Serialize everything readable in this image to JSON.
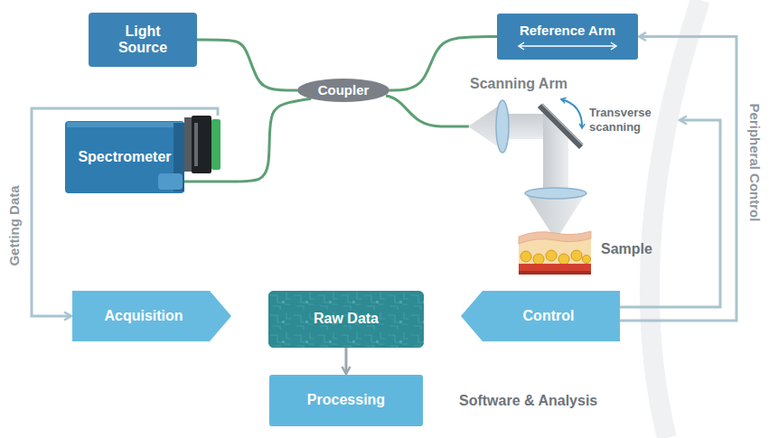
{
  "diagram": {
    "nodes": [
      {
        "text": [
          "Light Source"
        ]
      },
      {
        "text": [
          "Reference Arm"
        ]
      },
      {
        "text": [
          "Coupler"
        ]
      },
      {
        "text": [
          "Spectrometer"
        ]
      },
      {
        "text": [
          "Acquisition"
        ]
      },
      {
        "text": [
          "Raw Data"
        ]
      },
      {
        "text": [
          "Processing"
        ]
      },
      {
        "text": [
          "Control"
        ]
      }
    ],
    "edges": [
      {
        "from": 0,
        "to": 2,
        "arrow": "none"
      },
      {
        "from": 2,
        "to": 1,
        "arrow": "none"
      },
      {
        "from": 2,
        "to": 3,
        "arrow": "none"
      },
      {
        "from": 3,
        "to": 4,
        "label": "Getting Data",
        "arrow": "to"
      },
      {
        "from": 5,
        "to": 6,
        "arrow": "to"
      },
      {
        "from": 7,
        "to": 1,
        "label": "Peripheral Control",
        "arrow": "to"
      }
    ],
    "labels": [
      "Scanning Arm",
      "Transverse scanning",
      "Sample",
      "Software & Analysis"
    ]
  }
}
